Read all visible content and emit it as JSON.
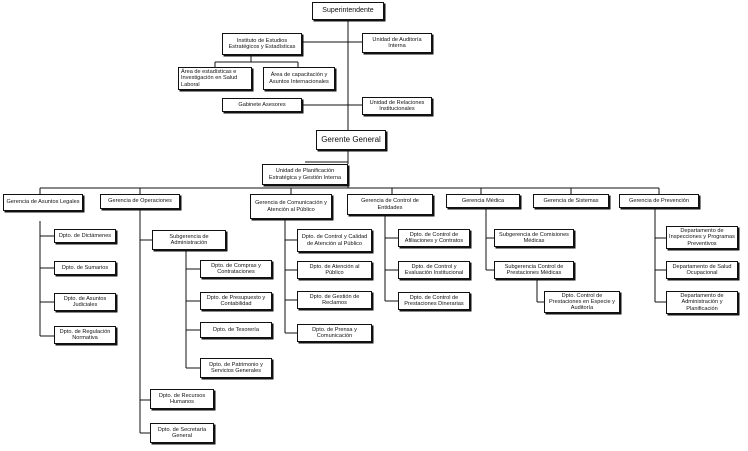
{
  "superintendente": "Superintendente",
  "staff": {
    "instituto": "Instituto de Estudios Estratégicos y Estadísticas",
    "auditoria": "Unidad de Auditoría Interna",
    "area_estadisticas": "Área de estadísticas e Investigación en Salud Laboral",
    "area_capacitacion": "Área de capacitación y Asuntos Internacionales",
    "gabinete": "Gabinete Asesores",
    "relaciones": "Unidad de Relaciones Institucionales"
  },
  "gerente_general": "Gerente General",
  "planificacion": "Unidad de Planificación Estratégica y Gestión Interna",
  "gerencias": {
    "asuntos_legales": {
      "title": "Gerencia de Asuntos Legales",
      "items": [
        "Dpto. de Dictámenes",
        "Dpto. de Sumarios",
        "Dpto. de Asuntos Judiciales",
        "Dpto. de Regulación Normativa"
      ]
    },
    "operaciones": {
      "title": "Gerencia de Operaciones",
      "sub": {
        "title": "Subgerencia de Administración",
        "items": [
          "Dpto. de Compras y Contrataciones",
          "Dpto. de Presupuesto y Contabilidad",
          "Dpto. de Tesorería",
          "Dpto. de Patrimonio y Servicios Generales"
        ]
      },
      "items": [
        "Dpto. de Recursos Humanos",
        "Dpto. de Secretaría General"
      ]
    },
    "comunicacion": {
      "title": "Gerencia de Comunicación y Atención al Público",
      "items": [
        "Dpto. de Control y Calidad de Atención al Público",
        "Dpto. de Atención al Público",
        "Dpto. de Gestión de Reclamos",
        "Dpto. de Prensa y Comunicación"
      ]
    },
    "control_entidades": {
      "title": "Gerencia de Control de Entidades",
      "items": [
        "Dpto. de Control de Afiliaciones y Contratos",
        "Dpto. de Control y Evaluación Institucional",
        "Dpto. de Control de Prestaciones Dinerarias"
      ]
    },
    "medica": {
      "title": "Gerencia Médica",
      "items": [
        "Subgerencia de Comisiones Médicas",
        "Subgerencia Control de Prestaciones Médicas"
      ],
      "sub_item": "Dpto. Control de Prestaciones en Especie y Auditoría"
    },
    "sistemas": {
      "title": "Gerencia de Sistemas"
    },
    "prevencion": {
      "title": "Gerencia de Prevención",
      "items": [
        "Departamento de Inspecciones y Programas Preventivos",
        "Departamento de Salud Ocupacional",
        "Departamento de Administración y Planificación"
      ]
    }
  }
}
